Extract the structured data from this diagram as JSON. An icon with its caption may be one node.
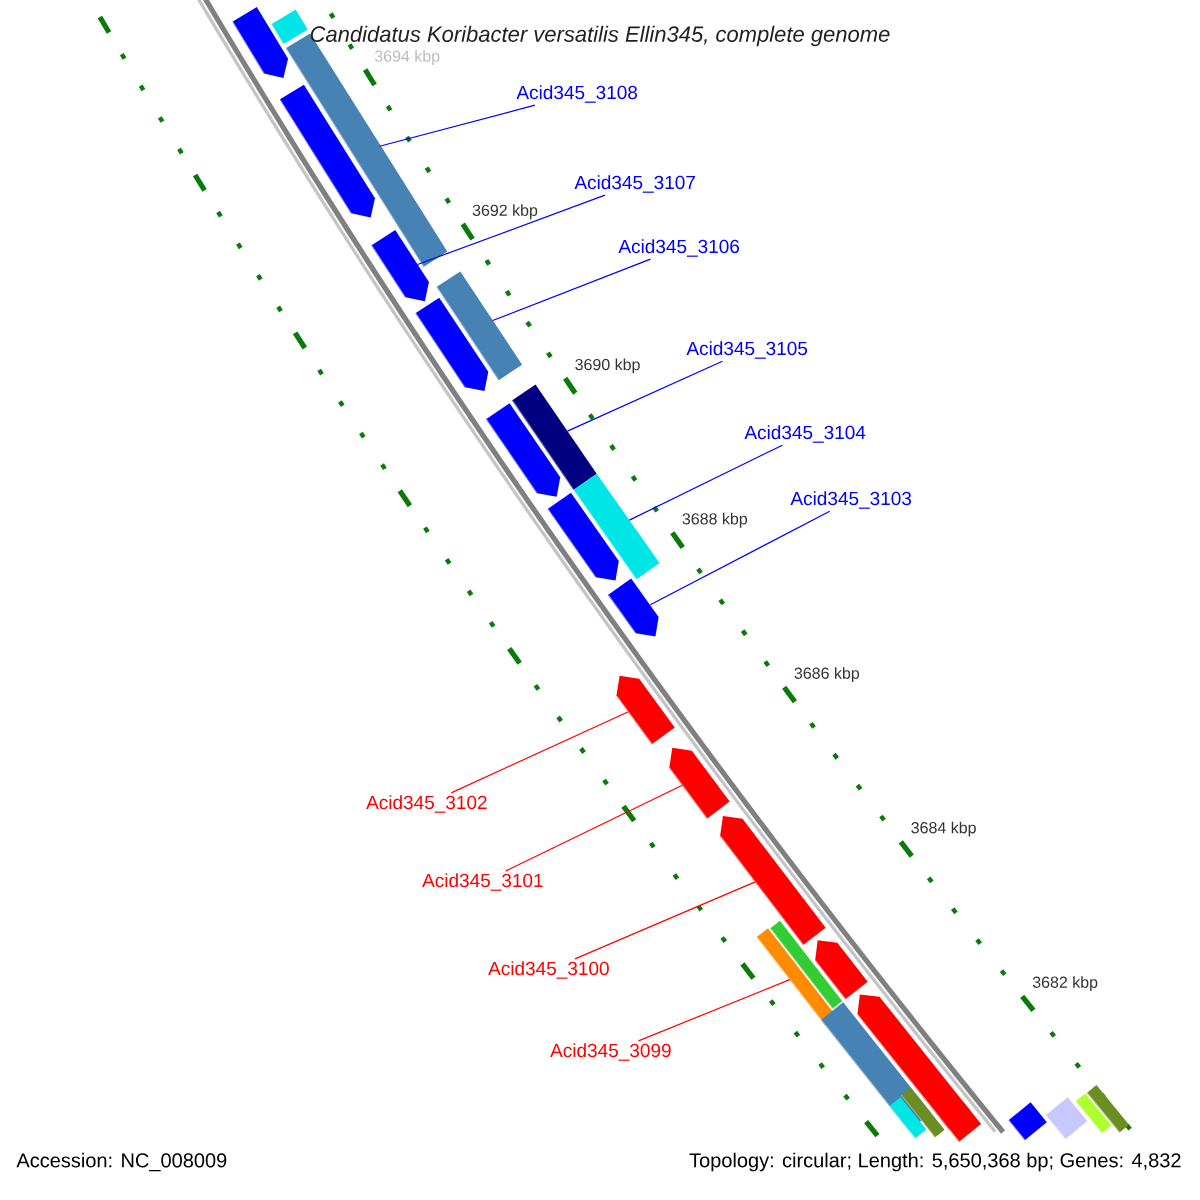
{
  "diagram": {
    "title": "Candidatus Koribacter versatilis Ellin345, complete genome",
    "nodes": [
      {
        "text": [
          "Acid345_3108"
        ]
      },
      {
        "text": [
          "Acid345_3107"
        ]
      },
      {
        "text": [
          "Acid345_3106"
        ]
      },
      {
        "text": [
          "Acid345_3105"
        ]
      },
      {
        "text": [
          "Acid345_3104"
        ]
      },
      {
        "text": [
          "Acid345_3103"
        ]
      },
      {
        "text": [
          "Acid345_3102"
        ]
      },
      {
        "text": [
          "Acid345_3101"
        ]
      },
      {
        "text": [
          "Acid345_3100"
        ]
      },
      {
        "text": [
          "Acid345_3099"
        ]
      },
      {
        "text": [],
        "shape": "bar"
      },
      {
        "text": [],
        "shape": "bar"
      },
      {
        "text": [],
        "shape": "bar"
      },
      {
        "text": [],
        "shape": "bar"
      },
      {
        "text": [],
        "shape": "bar"
      },
      {
        "text": [],
        "shape": "bar"
      },
      {
        "text": [],
        "shape": "bar"
      },
      {
        "text": [],
        "shape": "bar"
      },
      {
        "text": [],
        "shape": "bar"
      },
      {
        "text": [],
        "shape": "bar"
      },
      {
        "text": [],
        "shape": "bar"
      },
      {
        "text": [],
        "shape": "bar"
      },
      {
        "text": [],
        "shape": "bar"
      },
      {
        "text": [],
        "shape": "bar"
      },
      {
        "text": [],
        "shape": "bar"
      },
      {
        "text": [],
        "shape": "bar"
      },
      {
        "text": [],
        "shape": "bar"
      },
      {
        "text": [],
        "shape": "bar"
      },
      {
        "text": [],
        "shape": "bar"
      },
      {
        "text": [],
        "shape": "bar"
      },
      {
        "text": [],
        "shape": "bar"
      },
      {
        "text": [],
        "shape": "bar"
      },
      {
        "text": [],
        "shape": "bar"
      },
      {
        "text": [],
        "shape": "bar"
      },
      {
        "text": [],
        "shape": "bar"
      },
      {
        "text": [],
        "shape": "bar"
      },
      {
        "text": [],
        "shape": "bar"
      }
    ],
    "edges": [
      {
        "from": 0,
        "to": 12,
        "arrow": "none"
      },
      {
        "from": 1,
        "to": 14,
        "arrow": "none"
      },
      {
        "from": 2,
        "to": 15,
        "arrow": "none"
      },
      {
        "from": 3,
        "to": 17,
        "arrow": "none"
      },
      {
        "from": 4,
        "to": 19,
        "arrow": "none"
      },
      {
        "from": 5,
        "to": 21,
        "arrow": "none"
      },
      {
        "from": 6,
        "to": 22,
        "arrow": "none",
        "color": "#ff0000"
      },
      {
        "from": 7,
        "to": 23,
        "arrow": "none",
        "color": "#ff0000"
      },
      {
        "from": 8,
        "to": 24,
        "arrow": "none",
        "color": "#ff0000"
      },
      {
        "from": 9,
        "to": 27,
        "arrow": "none",
        "color": "#ff0000"
      }
    ],
    "labels": [
      "3694 kbp",
      "3692 kbp",
      "3690 kbp",
      "3688 kbp",
      "3686 kbp",
      "3684 kbp",
      "3682 kbp",
      "Accession: NC_008009",
      "Topology: circular; Length: 5,650,368 bp; Genes: 4,832"
    ]
  }
}
